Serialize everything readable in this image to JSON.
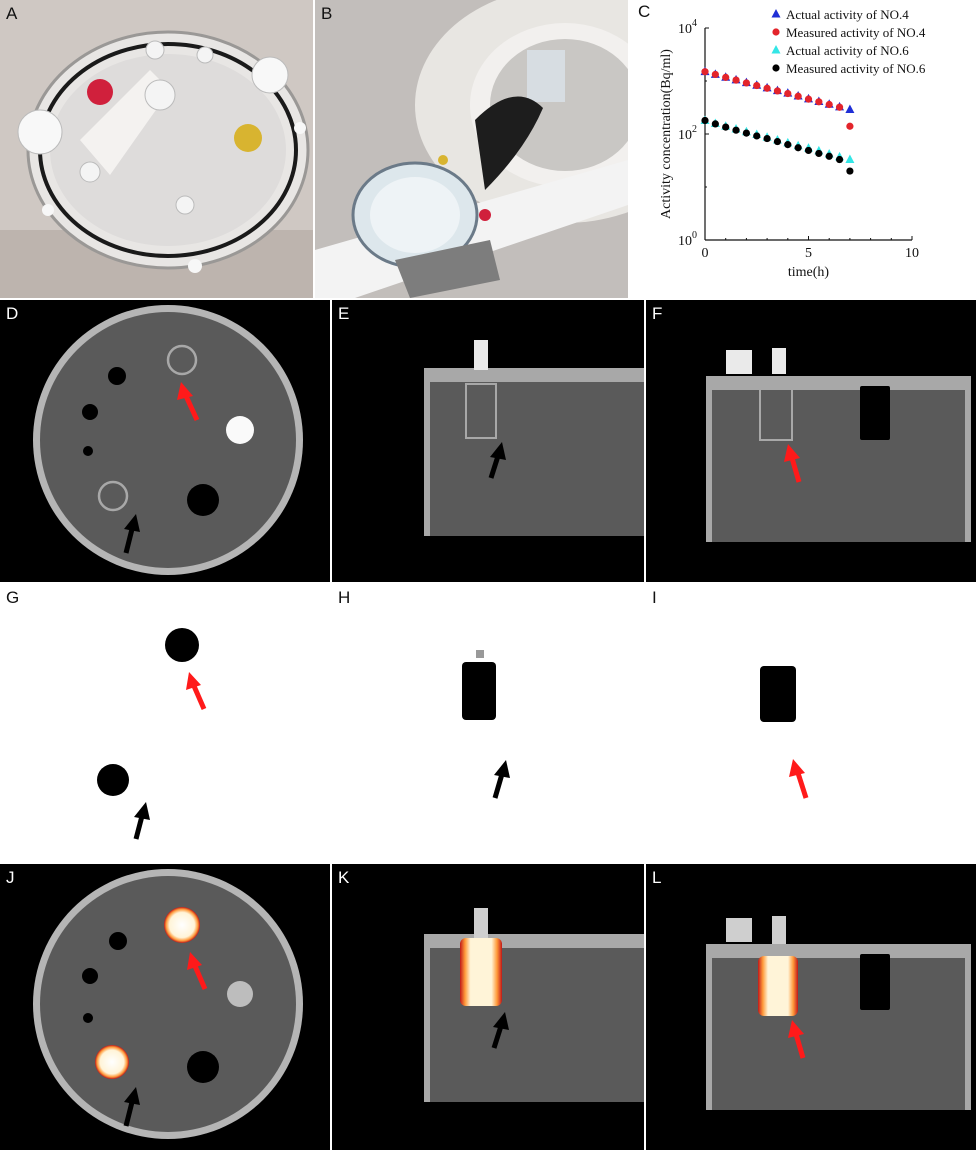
{
  "panels": {
    "A": "A",
    "B": "B",
    "C": "C",
    "D": "D",
    "E": "E",
    "F": "F",
    "G": "G",
    "H": "H",
    "I": "I",
    "J": "J",
    "K": "K",
    "L": "L"
  },
  "colors": {
    "ct_background": "#000000",
    "ct_phantom": "#5a5a5a",
    "pet_background": "#ffffff",
    "arrow_red": "#ff1a1a",
    "arrow_black": "#000000",
    "series_actual_4": "#1f2fd6",
    "series_measured_4": "#e3242b",
    "series_actual_6": "#33e6e6",
    "series_measured_6": "#000000"
  },
  "chart_data": {
    "type": "scatter",
    "title": "",
    "xlabel": "time(h)",
    "ylabel": "Activity concentration(Bq/ml)",
    "xlim": [
      0,
      10
    ],
    "ylim": [
      1,
      10000
    ],
    "yscale": "log",
    "x_ticks": [
      "0",
      "5",
      "10"
    ],
    "y_ticks": [
      {
        "base": "10",
        "exp": "0",
        "value": 1
      },
      {
        "base": "10",
        "exp": "2",
        "value": 100
      },
      {
        "base": "10",
        "exp": "4",
        "value": 10000
      }
    ],
    "legend_position": "top-right",
    "series": [
      {
        "name": "Actual activity of NO.4",
        "marker": "triangle",
        "color": "#1f2fd6",
        "x": [
          0,
          0.5,
          1,
          1.5,
          2,
          2.5,
          3,
          3.5,
          4,
          4.5,
          5,
          5.5,
          6,
          6.5,
          7
        ],
        "y": [
          1500,
          1330,
          1180,
          1050,
          930,
          830,
          740,
          660,
          590,
          520,
          460,
          410,
          365,
          325,
          290
        ]
      },
      {
        "name": "Measured activity of NO.4",
        "marker": "circle",
        "color": "#e3242b",
        "x": [
          0,
          0.5,
          1,
          1.5,
          2,
          2.5,
          3,
          3.5,
          4,
          4.5,
          5,
          5.5,
          6,
          6.5,
          7
        ],
        "y": [
          1500,
          1330,
          1170,
          1040,
          920,
          820,
          730,
          650,
          580,
          515,
          455,
          405,
          360,
          320,
          140
        ]
      },
      {
        "name": "Actual activity of NO.6",
        "marker": "triangle",
        "color": "#33e6e6",
        "x": [
          0,
          0.5,
          1,
          1.5,
          2,
          2.5,
          3,
          3.5,
          4,
          4.5,
          5,
          5.5,
          6,
          6.5,
          7
        ],
        "y": [
          180,
          158,
          140,
          124,
          110,
          98,
          87,
          77,
          68,
          60,
          54,
          48,
          42,
          37,
          33
        ]
      },
      {
        "name": "Measured activity of NO.6",
        "marker": "circle",
        "color": "#000000",
        "x": [
          0,
          0.5,
          1,
          1.5,
          2,
          2.5,
          3,
          3.5,
          4,
          4.5,
          5,
          5.5,
          6,
          6.5,
          7
        ],
        "y": [
          180,
          155,
          135,
          118,
          104,
          92,
          82,
          72,
          63,
          55,
          49,
          43,
          38,
          33,
          20
        ]
      }
    ]
  }
}
